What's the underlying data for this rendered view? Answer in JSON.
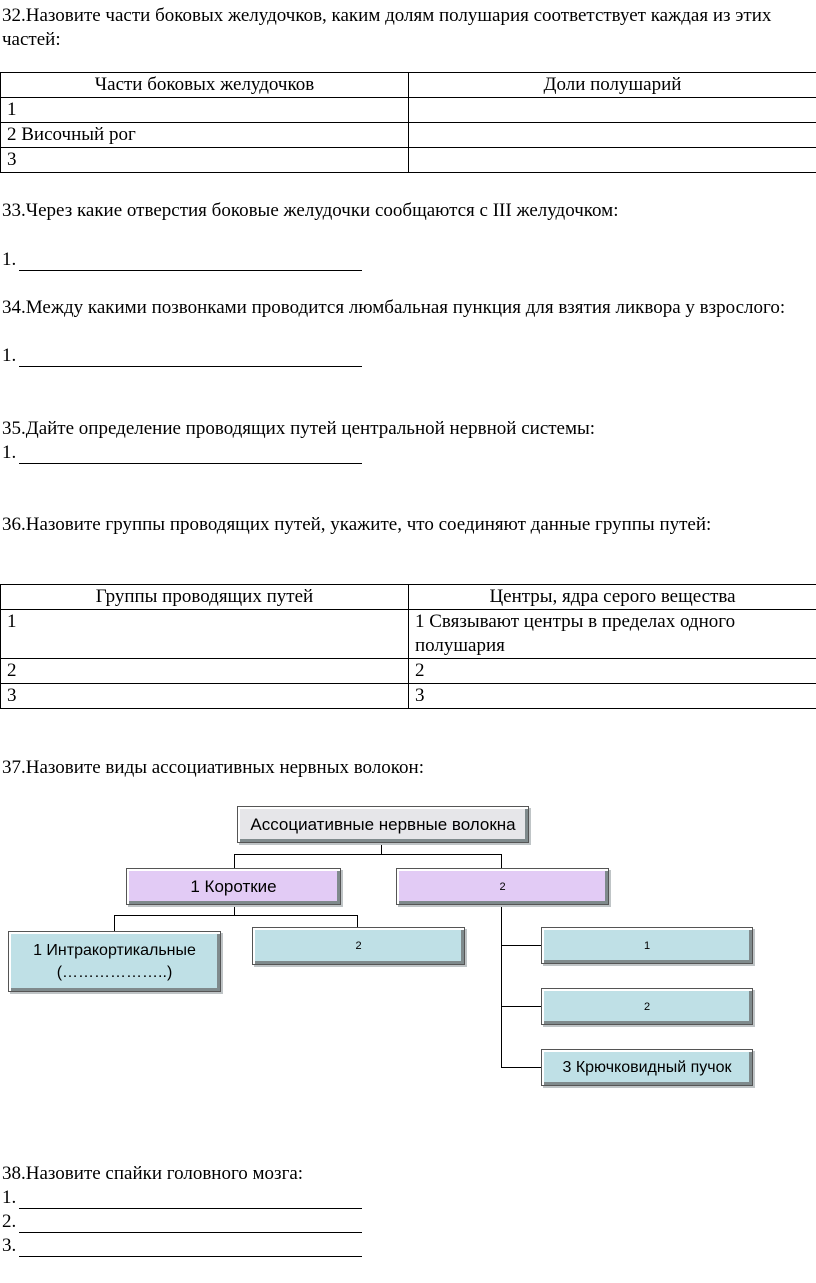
{
  "q32": {
    "text": "32.Назовите части боковых желудочков, каким долям полушария соответствует каждая из этих частей:",
    "table": {
      "headers": [
        "Части боковых желудочков",
        "Доли полушарий"
      ],
      "rows": [
        [
          "1",
          ""
        ],
        [
          "2 Височный рог",
          ""
        ],
        [
          "3",
          ""
        ]
      ]
    }
  },
  "q33": {
    "text": "33.Через какие отверстия боковые желудочки сообщаются с III желудочком:",
    "answer": "1."
  },
  "q34": {
    "text": "34.Между какими позвонками проводится люмбальная пункция для взятия ликвора у взрослого:",
    "answer": "1."
  },
  "q35": {
    "text": "35.Дайте определение проводящих путей центральной нервной системы:",
    "answer": "1."
  },
  "q36": {
    "text": "36.Назовите группы проводящих путей, укажите, что соединяют данные группы путей:",
    "table": {
      "headers": [
        "Группы проводящих путей",
        "Центры, ядра серого вещества"
      ],
      "rows": [
        [
          "1",
          "1 Связывают центры в пределах одного полушария"
        ],
        [
          "2",
          "2"
        ],
        [
          "3",
          "3"
        ]
      ]
    }
  },
  "q37": {
    "text": "37.Назовите виды ассоциативных нервных волокон:",
    "diagram": {
      "root": "Ассоциативные нервные волокна",
      "short": "1 Короткие",
      "second": "2",
      "intracortical_line1": "1 Интракортикальные",
      "intracortical_line2": "(………………..)",
      "short_2": "2",
      "long_1": "1",
      "long_2": "2",
      "long_3": "3 Крючковидный пучок"
    }
  },
  "q38": {
    "text": "38.Назовите спайки головного мозга:",
    "answers": [
      "1.",
      "2.",
      "3."
    ]
  }
}
